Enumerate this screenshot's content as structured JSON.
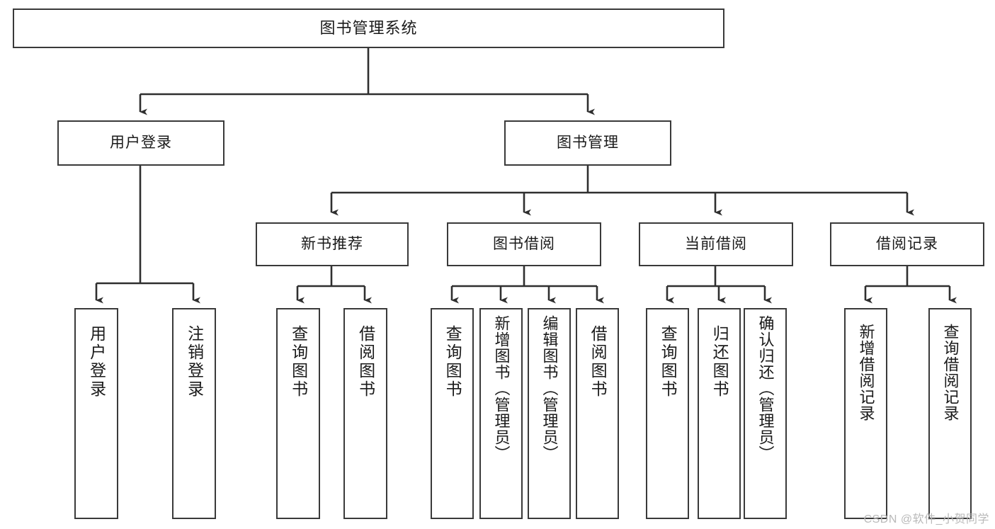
{
  "diagram": {
    "title": "图书管理系统",
    "watermark": "CSDN @软件_小贺同学",
    "colors": {
      "background": "#ffffff",
      "box_border": "#3a3a3a",
      "box_fill": "#ffffff",
      "edge": "#2f2f2f",
      "text": "#1a1a1a",
      "watermark": "#b9b9b9"
    },
    "nodes": {
      "root": {
        "label": "图书管理系统"
      },
      "level2": [
        {
          "label": "用户登录"
        },
        {
          "label": "图书管理"
        }
      ],
      "level3": [
        {
          "label": "新书推荐"
        },
        {
          "label": "图书借阅"
        },
        {
          "label": "当前借阅"
        },
        {
          "label": "借阅记录"
        }
      ],
      "leaves": {
        "user_login": [
          {
            "label": "用户登录"
          },
          {
            "label": "注销登录"
          }
        ],
        "new_book_recommend": [
          {
            "label": "查询图书"
          },
          {
            "label": "借阅图书"
          }
        ],
        "book_borrow": [
          {
            "label": "查询图书"
          },
          {
            "label": "新增图书（管理员）"
          },
          {
            "label": "编辑图书（管理员）"
          },
          {
            "label": "借阅图书"
          }
        ],
        "current_borrow": [
          {
            "label": "查询图书"
          },
          {
            "label": "归还图书"
          },
          {
            "label": "确认归还（管理员）"
          }
        ],
        "borrow_record": [
          {
            "label": "新增借阅记录"
          },
          {
            "label": "查询借阅记录"
          }
        ]
      }
    }
  }
}
